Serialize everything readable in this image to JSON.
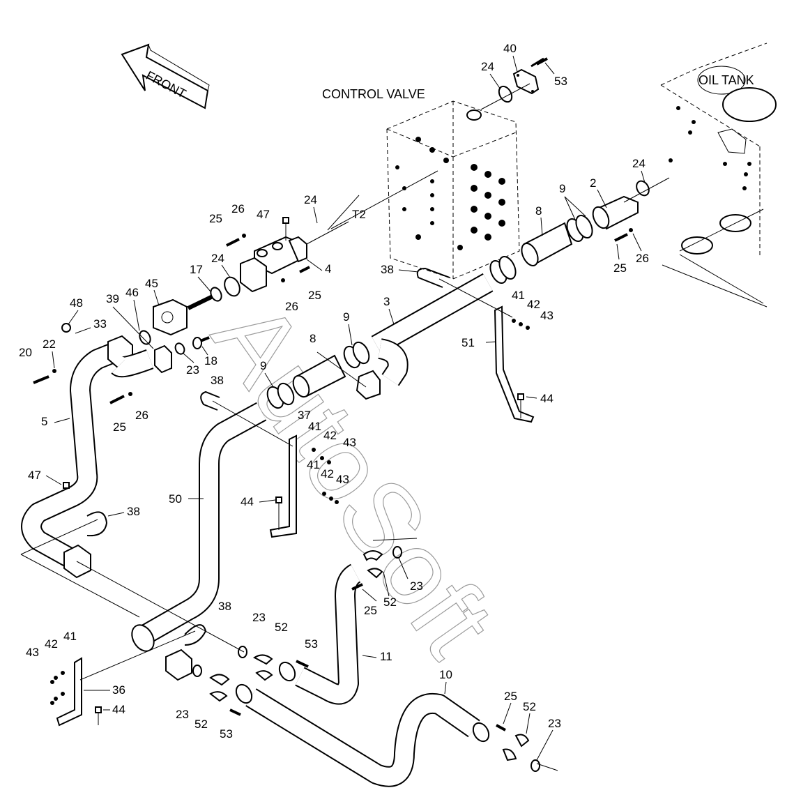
{
  "diagram": {
    "title_front": "FRONT",
    "title_control_valve": "CONTROL VALVE",
    "title_oil_tank": "OIL TANK",
    "port_label": "T2",
    "watermark": "AutoSoft",
    "callouts": [
      {
        "id": "c40",
        "text": "40"
      },
      {
        "id": "c24a",
        "text": "24"
      },
      {
        "id": "c53a",
        "text": "53"
      },
      {
        "id": "c24b",
        "text": "24"
      },
      {
        "id": "c9a",
        "text": "9"
      },
      {
        "id": "c2",
        "text": "2"
      },
      {
        "id": "c8a",
        "text": "8"
      },
      {
        "id": "c25a",
        "text": "25"
      },
      {
        "id": "c26a",
        "text": "26"
      },
      {
        "id": "c25b",
        "text": "25"
      },
      {
        "id": "c26b",
        "text": "26"
      },
      {
        "id": "c47a",
        "text": "47"
      },
      {
        "id": "c24c",
        "text": "24"
      },
      {
        "id": "c24d",
        "text": "24"
      },
      {
        "id": "c17",
        "text": "17"
      },
      {
        "id": "c4",
        "text": "4"
      },
      {
        "id": "c25c",
        "text": "25"
      },
      {
        "id": "c26c",
        "text": "26"
      },
      {
        "id": "c38a",
        "text": "38"
      },
      {
        "id": "c3",
        "text": "3"
      },
      {
        "id": "c41a",
        "text": "41"
      },
      {
        "id": "c42a",
        "text": "42"
      },
      {
        "id": "c43a",
        "text": "43"
      },
      {
        "id": "c51",
        "text": "51"
      },
      {
        "id": "c44a",
        "text": "44"
      },
      {
        "id": "c9b",
        "text": "9"
      },
      {
        "id": "c8b",
        "text": "8"
      },
      {
        "id": "c9c",
        "text": "9"
      },
      {
        "id": "c45",
        "text": "45"
      },
      {
        "id": "c46",
        "text": "46"
      },
      {
        "id": "c39",
        "text": "39"
      },
      {
        "id": "c48",
        "text": "48"
      },
      {
        "id": "c33",
        "text": "33"
      },
      {
        "id": "c20",
        "text": "20"
      },
      {
        "id": "c22",
        "text": "22"
      },
      {
        "id": "c23a",
        "text": "23"
      },
      {
        "id": "c18",
        "text": "18"
      },
      {
        "id": "c25d",
        "text": "25"
      },
      {
        "id": "c26d",
        "text": "26"
      },
      {
        "id": "c5",
        "text": "5"
      },
      {
        "id": "c38b",
        "text": "38"
      },
      {
        "id": "c37",
        "text": "37"
      },
      {
        "id": "c41b",
        "text": "41"
      },
      {
        "id": "c42b",
        "text": "42"
      },
      {
        "id": "c43b",
        "text": "43"
      },
      {
        "id": "c41c",
        "text": "41"
      },
      {
        "id": "c42c",
        "text": "42"
      },
      {
        "id": "c43c",
        "text": "43"
      },
      {
        "id": "c44b",
        "text": "44"
      },
      {
        "id": "c47b",
        "text": "47"
      },
      {
        "id": "c50",
        "text": "50"
      },
      {
        "id": "c38c",
        "text": "38"
      },
      {
        "id": "c23b",
        "text": "23"
      },
      {
        "id": "c25e",
        "text": "25"
      },
      {
        "id": "c52a",
        "text": "52"
      },
      {
        "id": "c38d",
        "text": "38"
      },
      {
        "id": "c23c",
        "text": "23"
      },
      {
        "id": "c52b",
        "text": "52"
      },
      {
        "id": "c53b",
        "text": "53"
      },
      {
        "id": "c11",
        "text": "11"
      },
      {
        "id": "c43d",
        "text": "43"
      },
      {
        "id": "c42d",
        "text": "42"
      },
      {
        "id": "c41d",
        "text": "41"
      },
      {
        "id": "c36",
        "text": "36"
      },
      {
        "id": "c44c",
        "text": "44"
      },
      {
        "id": "c23d",
        "text": "23"
      },
      {
        "id": "c52c",
        "text": "52"
      },
      {
        "id": "c53c",
        "text": "53"
      },
      {
        "id": "c10",
        "text": "10"
      },
      {
        "id": "c25f",
        "text": "25"
      },
      {
        "id": "c52d",
        "text": "52"
      },
      {
        "id": "c23e",
        "text": "23"
      }
    ]
  }
}
